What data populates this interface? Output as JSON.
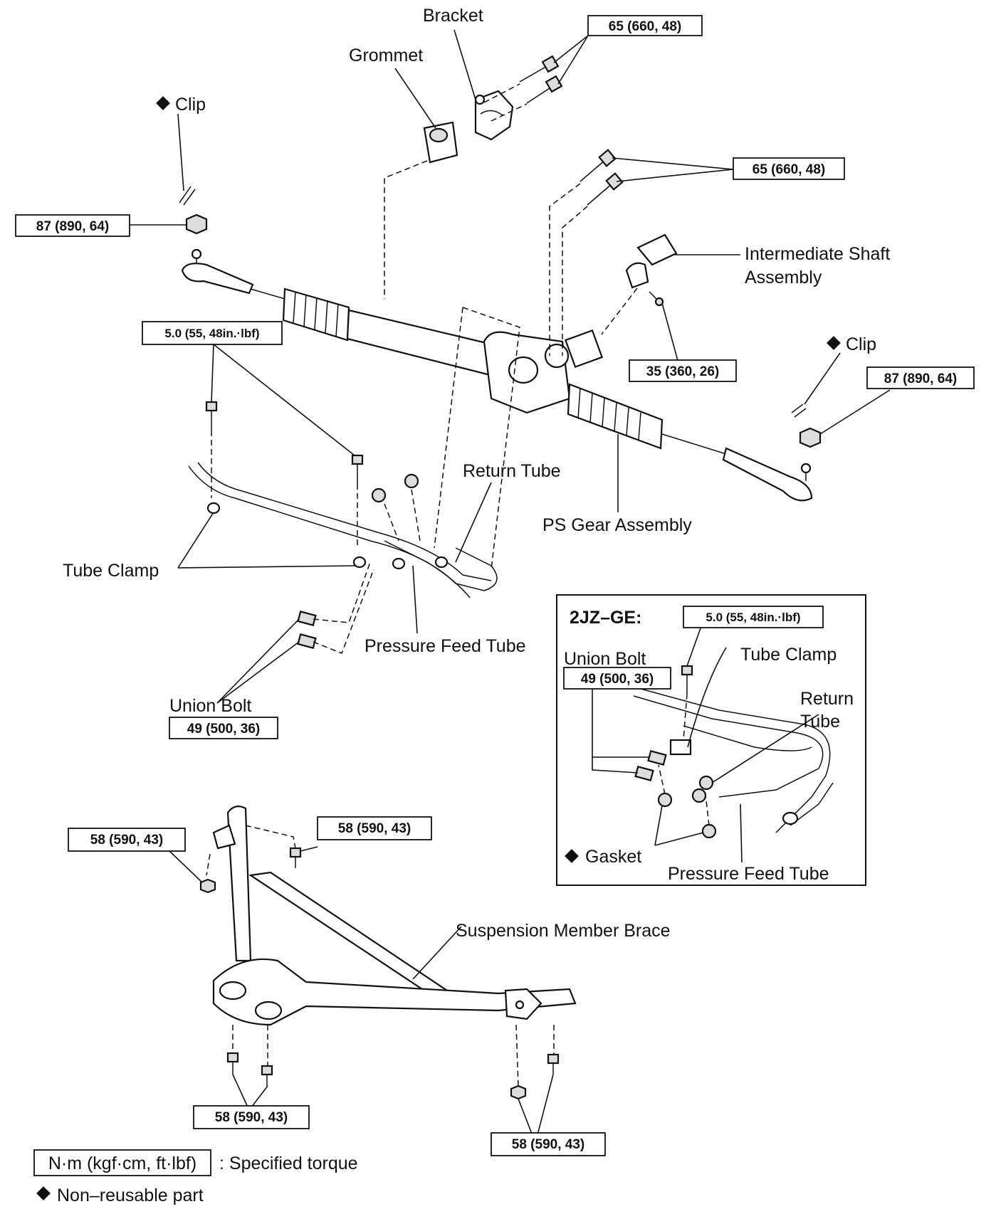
{
  "labels": {
    "bracket": "Bracket",
    "grommet": "Grommet",
    "clip_left": "Clip",
    "clip_right": "Clip",
    "intermediate_shaft_1": "Intermediate Shaft",
    "intermediate_shaft_2": "Assembly",
    "return_tube": "Return Tube",
    "ps_gear_assembly": "PS Gear Assembly",
    "tube_clamp": "Tube Clamp",
    "pressure_feed_tube": "Pressure Feed Tube",
    "union_bolt": "Union Bolt",
    "suspension_member_brace": "Suspension Member Brace"
  },
  "inset": {
    "title": "2JZ–GE:",
    "union_bolt": "Union Bolt",
    "tube_clamp": "Tube Clamp",
    "return_1": "Return",
    "return_2": "Tube",
    "gasket": "Gasket",
    "pressure_feed_tube": "Pressure Feed Tube"
  },
  "torque": {
    "bracket": "65 (660, 48)",
    "gear_mount": "65 (660, 48)",
    "tie_rod_left": "87 (890, 64)",
    "tube_clamp": "5.0 (55, 48in.·lbf)",
    "intermediate_shaft": "35 (360, 26)",
    "tie_rod_right": "87 (890, 64)",
    "union_bolt": "49 (500, 36)",
    "inset_clamp": "5.0 (55, 48in.·lbf)",
    "inset_union": "49 (500, 36)",
    "brace_top_left": "58 (590, 43)",
    "brace_top_right": "58 (590, 43)",
    "brace_bottom_left": "58 (590, 43)",
    "brace_bottom_right": "58 (590, 43)"
  },
  "legend": {
    "torque_units": "N·m (kgf·cm, ft·lbf)",
    "torque_desc": ": Specified torque",
    "non_reusable": "Non–reusable part"
  }
}
